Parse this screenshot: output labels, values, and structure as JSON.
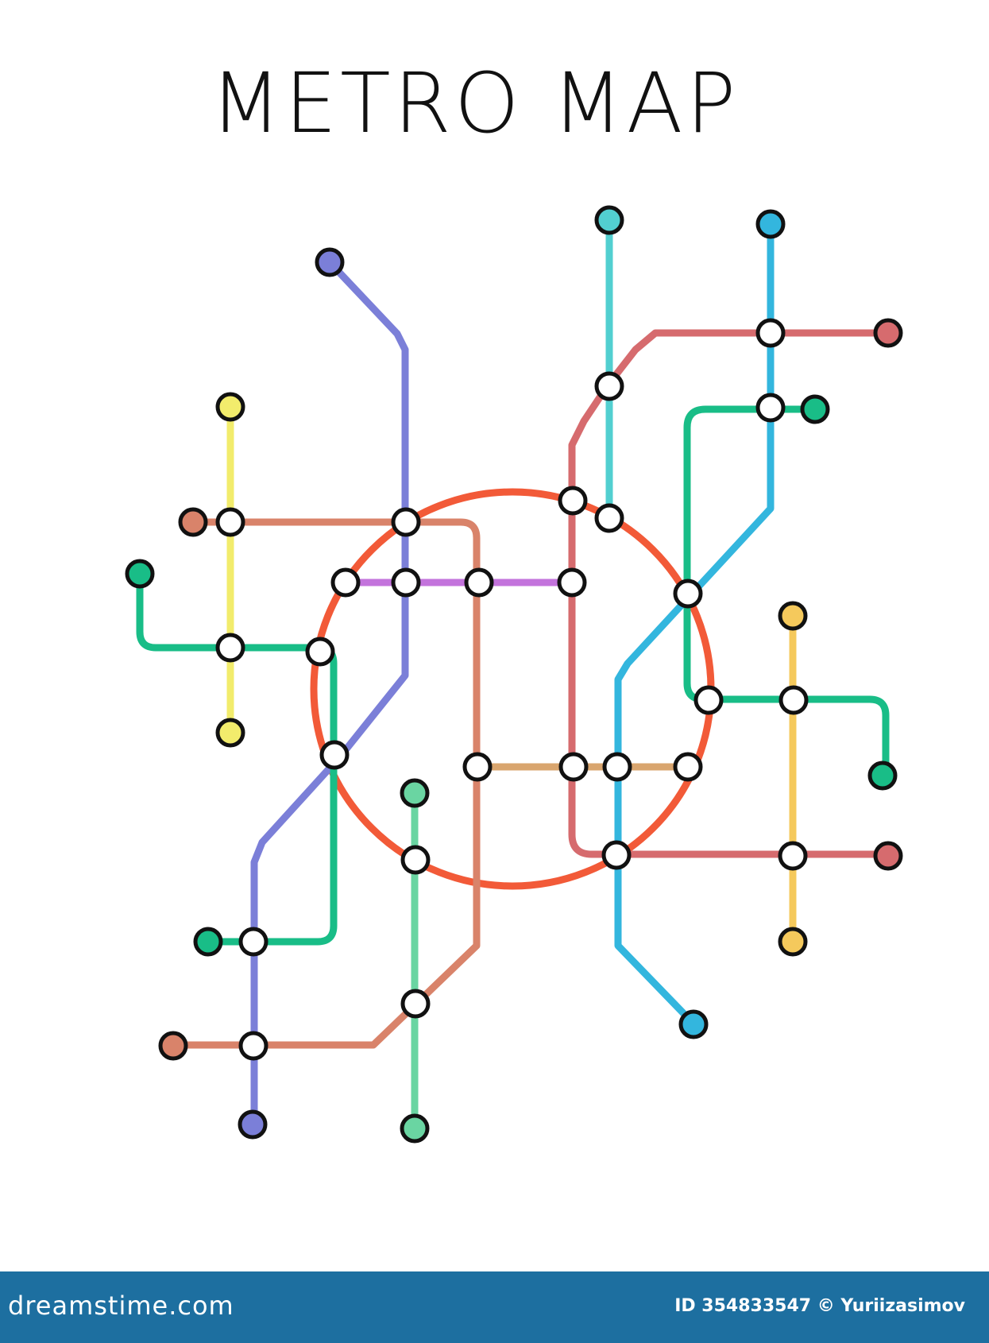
{
  "title": "METRO MAP",
  "colors": {
    "ring": "#f25a38",
    "blue": "#7b7fd8",
    "salmon": "#d9836a",
    "yellow": "#f2ec6c",
    "green": "#19bd87",
    "mint": "#6ad5a2",
    "violet": "#c373dc",
    "tan": "#d9a56e",
    "red": "#d66b6e",
    "cyan": "#52cfd0",
    "sky": "#33b6de",
    "gold": "#f5c95c",
    "station_fill": "#ffffff",
    "outline": "#111111",
    "footer_bg": "#1d6fa0"
  },
  "lines": [
    {
      "id": "ring",
      "color_key": "ring"
    },
    {
      "id": "blue",
      "color_key": "blue",
      "end_color_key": "blue"
    },
    {
      "id": "salmon",
      "color_key": "salmon",
      "end_color_key": "salmon"
    },
    {
      "id": "yellow",
      "color_key": "yellow",
      "end_color_key": "yellow"
    },
    {
      "id": "green-west",
      "color_key": "green",
      "end_color_key": "green"
    },
    {
      "id": "green-east",
      "color_key": "green",
      "end_color_key": "green"
    },
    {
      "id": "mint",
      "color_key": "mint",
      "end_color_key": "mint"
    },
    {
      "id": "violet",
      "color_key": "violet"
    },
    {
      "id": "tan",
      "color_key": "tan"
    },
    {
      "id": "red",
      "color_key": "red",
      "end_color_key": "red"
    },
    {
      "id": "cyan",
      "color_key": "cyan",
      "end_color_key": "cyan"
    },
    {
      "id": "sky",
      "color_key": "sky",
      "end_color_key": "sky"
    },
    {
      "id": "gold",
      "color_key": "gold",
      "end_color_key": "gold"
    }
  ],
  "footer": {
    "brand": "dreamstime.com",
    "credit": "ID 354833547 © Yuriizasimov"
  }
}
